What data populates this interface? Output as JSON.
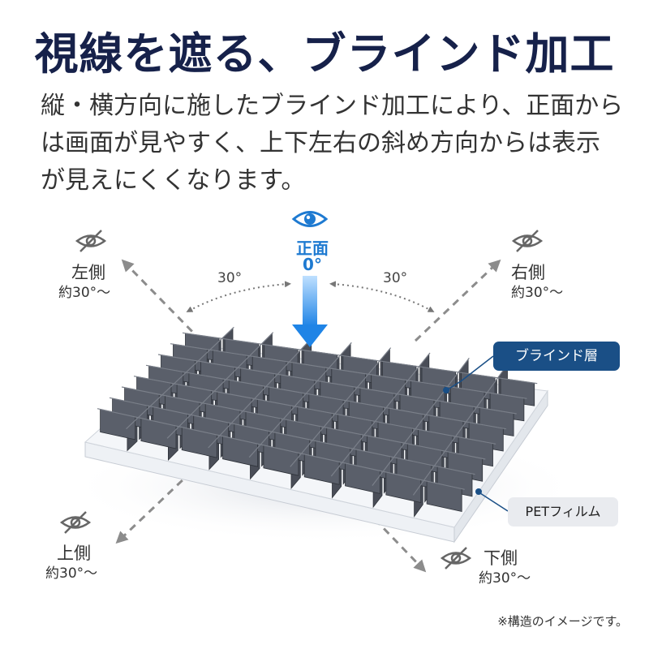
{
  "title": "視線を遮る、ブラインド加工",
  "description": [
    "縦・横方向に施したブラインド加工により、正面から",
    "は画面が見やすく、上下左右の斜め方向からは表示",
    "が見えにくくなります。"
  ],
  "front": {
    "label": "正面",
    "angle": "0°"
  },
  "angles": {
    "left": "30°",
    "right": "30°"
  },
  "views": {
    "top_left": {
      "label": "左側",
      "sub": "約30°～"
    },
    "top_right": {
      "label": "右側",
      "sub": "約30°～"
    },
    "bottom_left": {
      "label": "上側",
      "sub": "約30°～"
    },
    "bottom_right": {
      "label": "下側",
      "sub": "約30°～"
    }
  },
  "callouts": {
    "blind_layer": "ブラインド層",
    "pet_film": "PETフィルム"
  },
  "note": "※構造のイメージです。",
  "colors": {
    "title": "#16214a",
    "accent_blue": "#1e7ad1",
    "callout_blue": "#1a4f86",
    "louver": "#4a4e58",
    "arrow_gray": "#8c8c8c"
  },
  "icons": {
    "front": "eye-icon",
    "blocked": "eye-slash-icon"
  }
}
